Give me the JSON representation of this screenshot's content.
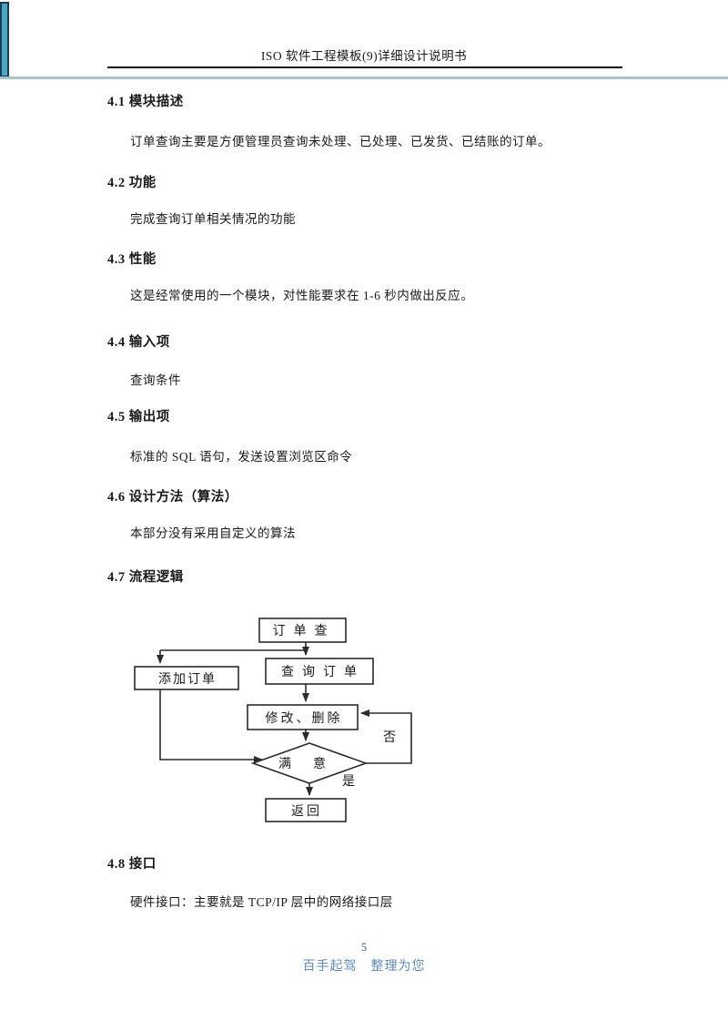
{
  "header": {
    "title": "ISO 软件工程模板(9)详细设计说明书"
  },
  "sections": [
    {
      "heading": "4.1 模块描述",
      "body": "订单查询主要是方便管理员查询未处理、已处理、已发货、已结账的订单。"
    },
    {
      "heading": "4.2 功能",
      "body": "完成查询订单相关情况的功能"
    },
    {
      "heading": "4.3 性能",
      "body": "这是经常使用的一个模块，对性能要求在 1-6 秒内做出反应。"
    },
    {
      "heading": "4.4 输入项",
      "body": "查询条件"
    },
    {
      "heading": "4.5 输出项",
      "body": "标准的 SQL 语句，发送设置浏览区命令"
    },
    {
      "heading": "4.6 设计方法（算法）",
      "body": "本部分没有采用自定义的算法"
    },
    {
      "heading": "4.7 流程逻辑",
      "body": ""
    },
    {
      "heading": "4.8 接口",
      "body": "硬件接口：主要就是 TCP/IP 层中的网络接口层"
    }
  ],
  "flowchart": {
    "nodes": {
      "start": "订单查",
      "query": "查询订单",
      "add": "添加订单",
      "modify": "修改、删除",
      "decision": "满意",
      "end": "返回"
    },
    "labels": {
      "no": "否",
      "yes": "是"
    }
  },
  "footer": {
    "page_number": "5",
    "tagline": "百手起驾　整理为您"
  },
  "colors": {
    "accent_teal": "#4aa6c1",
    "accent_border": "#1b3a5c",
    "teal_rule": "#a6c4cc",
    "title_underline": "#111111",
    "ink": "#1a1a1a",
    "footer_number_blue": "#2e5fa0",
    "footer_tagline_blue": "#5b8ac2"
  }
}
